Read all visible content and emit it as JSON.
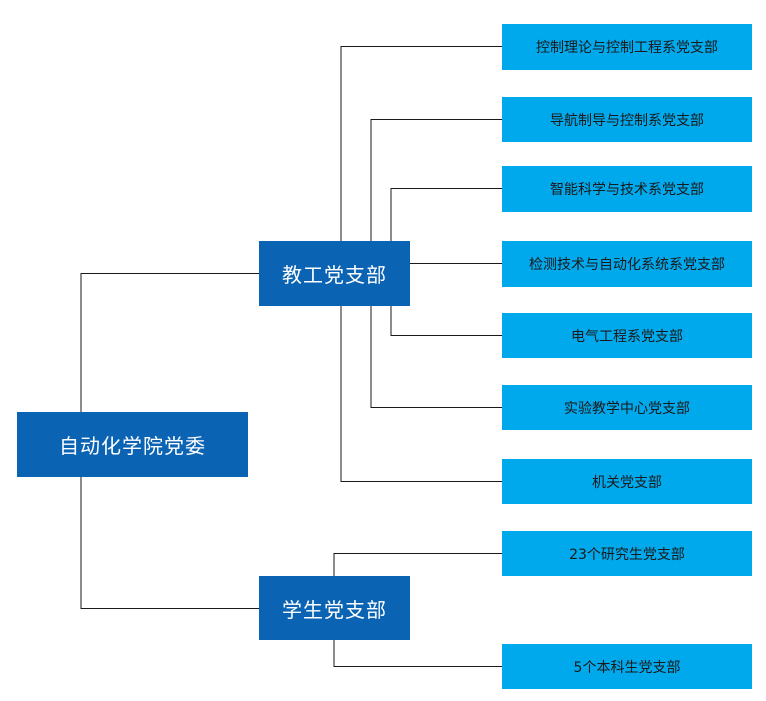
{
  "root": {
    "label": "自动化学院党委"
  },
  "branches": [
    {
      "label": "教工党支部",
      "children": [
        "控制理论与控制工程系党支部",
        "导航制导与控制系党支部",
        "智能科学与技术系党支部",
        "检测技术与自动化系统系党支部",
        "电气工程系党支部",
        "实验教学中心党支部",
        "机关党支部"
      ]
    },
    {
      "label": "学生党支部",
      "children": [
        "23个研究生党支部",
        "5个本科生党支部"
      ]
    }
  ],
  "colors": {
    "root_fill": "#0b63b4",
    "branch_fill": "#0b63b4",
    "leaf_fill": "#00a8ec",
    "connector": "#1a1a1a"
  }
}
